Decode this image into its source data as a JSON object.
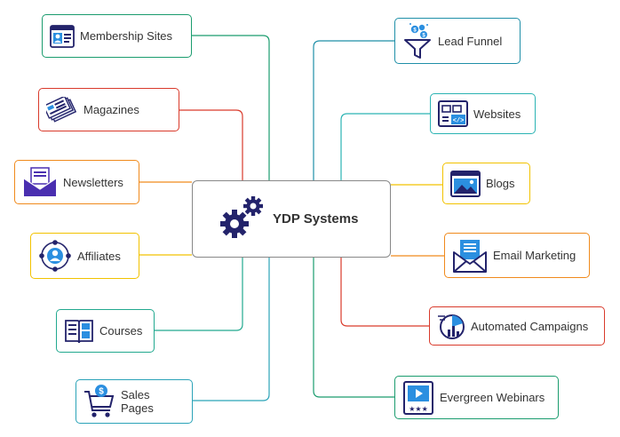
{
  "center": {
    "title": "YDP Systems"
  },
  "left_nodes": [
    {
      "label": "Membership Sites",
      "color": "#1a9c6e"
    },
    {
      "label": "Magazines",
      "color": "#d93a2b"
    },
    {
      "label": "Newsletters",
      "color": "#f08a1c"
    },
    {
      "label": "Affiliates",
      "color": "#f2c200"
    },
    {
      "label": "Courses",
      "color": "#22a98f"
    },
    {
      "label": "Sales Pages",
      "color": "#2ba3b8"
    }
  ],
  "right_nodes": [
    {
      "label": "Lead Funnel",
      "color": "#1f8fa8"
    },
    {
      "label": "Websites",
      "color": "#2bb3b3"
    },
    {
      "label": "Blogs",
      "color": "#f2c200"
    },
    {
      "label": "Email Marketing",
      "color": "#f08a1c"
    },
    {
      "label": "Automated Campaigns",
      "color": "#d93a2b"
    },
    {
      "label": "Evergreen Webinars",
      "color": "#1a9c6e"
    }
  ]
}
